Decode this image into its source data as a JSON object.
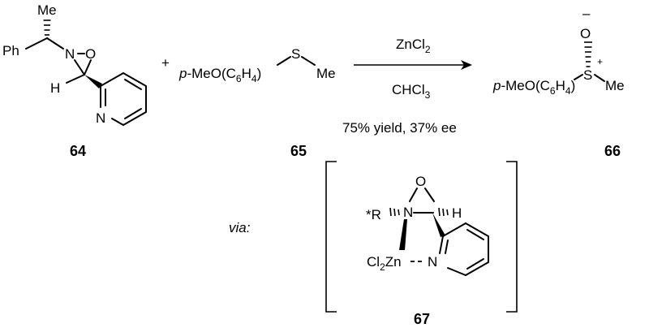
{
  "reactant_64": {
    "atoms": {
      "me": "Me",
      "ph": "Ph",
      "n": "N",
      "o": "O",
      "h": "H",
      "n_pyridine": "N"
    },
    "number": "64"
  },
  "plus": "+",
  "reactant_65": {
    "p_prefix": "p",
    "aryl_main": "-MeO(C",
    "sub6": "6",
    "h_part": "H",
    "sub4": "4",
    "close_paren": ")",
    "s": "S",
    "me": "Me",
    "number": "65"
  },
  "reagents": {
    "zn_main": "ZnCl",
    "zn_sub": "2",
    "solvent_main": "CHCl",
    "solvent_sub": "3",
    "result": "75% yield, 37% ee"
  },
  "product_66": {
    "o": "O",
    "o_charge": "–",
    "p_prefix": "p",
    "aryl_main": "-MeO(C",
    "sub6": "6",
    "h_part": "H",
    "sub4": "4",
    "close_paren": ")",
    "s": "S",
    "s_charge": "+",
    "me": "Me",
    "number": "66"
  },
  "via_label": "via:",
  "intermediate_67": {
    "atoms": {
      "o": "O",
      "r": "*R",
      "n": "N",
      "h": "H",
      "cl_main": "Cl",
      "cl_sub": "2",
      "zn": "Zn",
      "n_pyridine": "N"
    },
    "number": "67"
  }
}
